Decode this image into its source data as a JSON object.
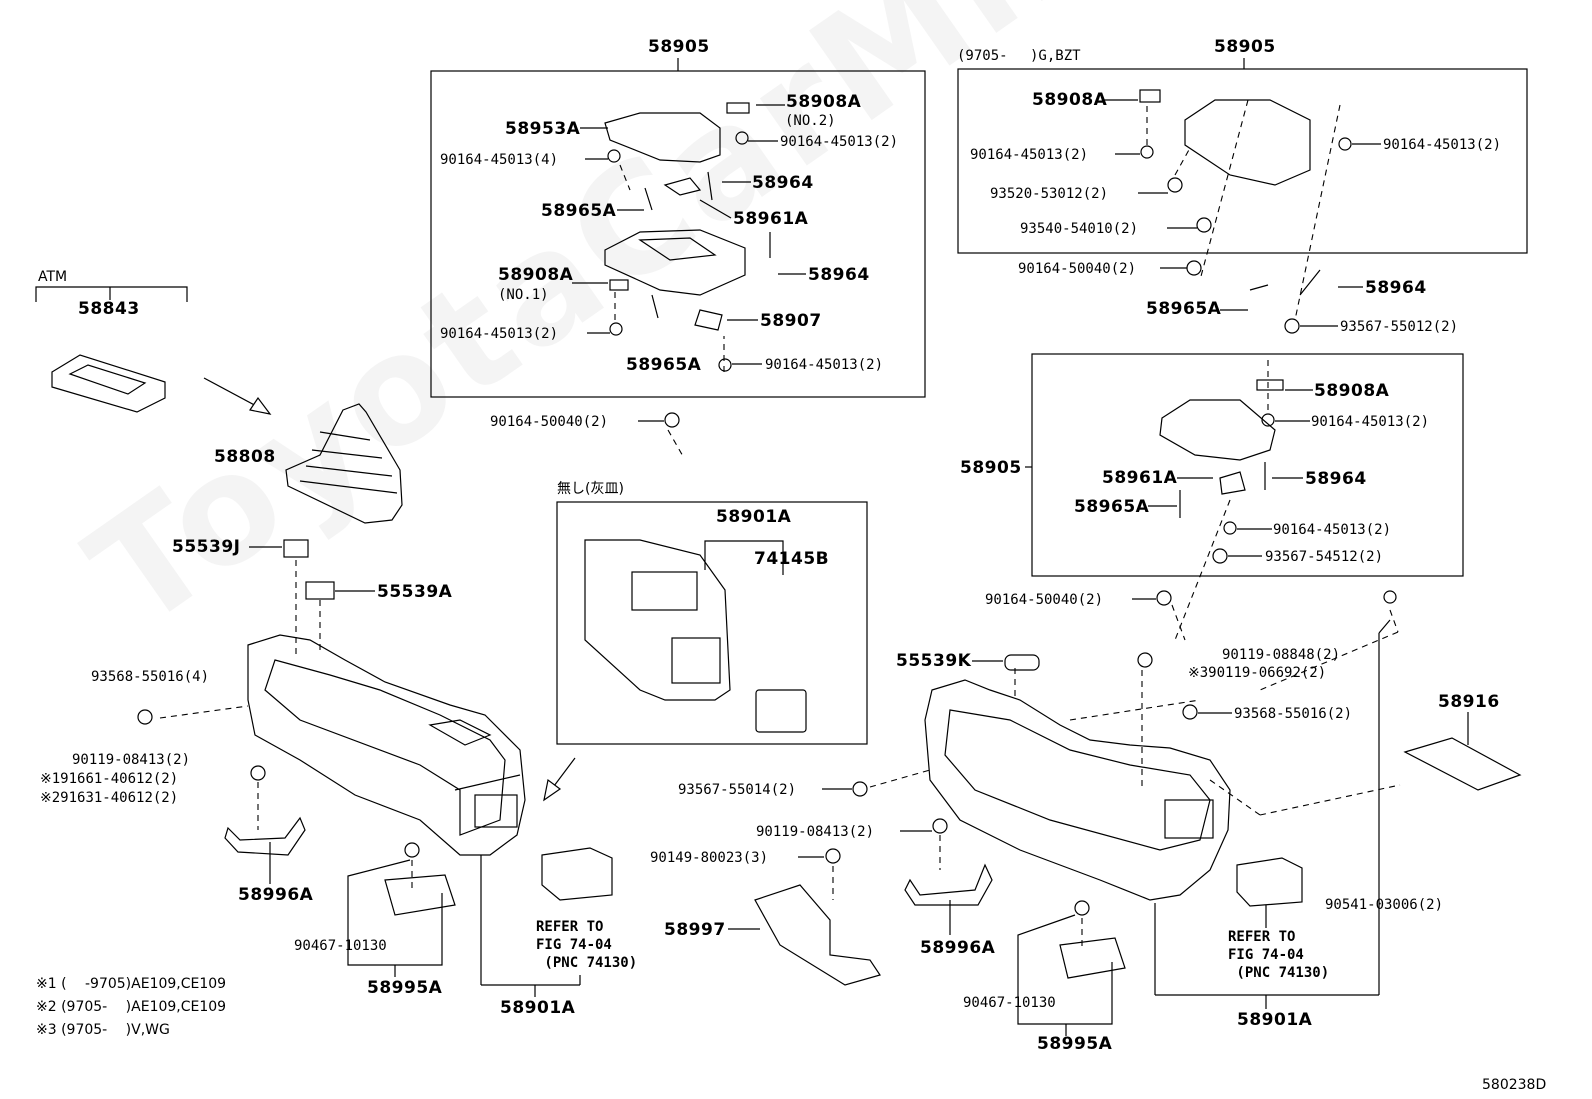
{
  "watermark": "ToyotaCarMini.ru",
  "diagram_code": "580238D",
  "notes": [
    "※1 (　 -9705)AE109,CE109",
    "※2 (9705-　 )AE109,CE109",
    "※3 (9705-　 )V,WG"
  ],
  "box_center": {
    "title": "58905",
    "parts": [
      "58953A",
      "58908A",
      "(NO.2)",
      "90164-45013(4)",
      "90164-45013(2)",
      "58964",
      "58965A",
      "58961A",
      "58908A",
      "(NO.1)",
      "58964",
      "90164-45013(2)",
      "58907",
      "58965A",
      "90164-45013(2)"
    ]
  },
  "box_right_top": {
    "condition": "(9705-　 )G,BZT",
    "title": "58905",
    "parts": [
      "58908A",
      "90164-45013(2)",
      "90164-45013(2)",
      "93520-53012(2)",
      "93540-54010(2)"
    ]
  },
  "box_right_mid": {
    "parts": [
      "58908A",
      "90164-45013(2)",
      "58905",
      "58961A",
      "58964",
      "58965A",
      "90164-45013(2)",
      "93567-54512(2)"
    ]
  },
  "box_middle": {
    "condition": "無し(灰皿)",
    "parts": [
      "58901A",
      "74145B"
    ]
  },
  "loose_labels": [
    "ATM",
    "58843",
    "58808",
    "55539J",
    "55539A",
    "93568-55016(4)",
    "90119-08413(2)",
    "※191661-40612(2)",
    "※291631-40612(2)",
    "58996A",
    "90467-10130",
    "58995A",
    "58901A",
    "90164-50040(2)",
    "90164-50040(2)",
    "58965A",
    "58964",
    "93567-55012(2)",
    "90164-50040(2)",
    "55539K",
    "90119-08848(2)",
    "※390119-06692(2)",
    "93568-55016(2)",
    "58916",
    "93567-55014(2)",
    "90119-08413(2)",
    "90149-80023(3)",
    "58997",
    "58996A",
    "90467-10130",
    "58995A",
    "58901A",
    "90541-03006(2)"
  ],
  "refer_left": "REFER TO\nFIG 74-04\n (PNC 74130)",
  "refer_right": "REFER TO\nFIG 74-04\n (PNC 74130)"
}
